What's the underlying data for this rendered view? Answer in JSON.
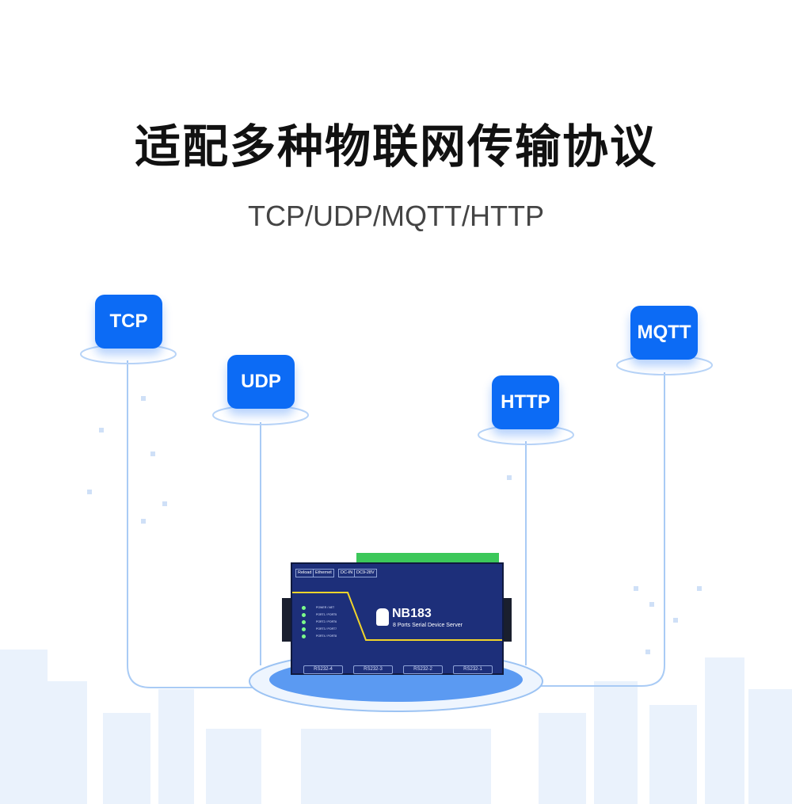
{
  "title": "适配多种物联网传输协议",
  "subtitle": "TCP/UDP/MQTT/HTTP",
  "protocols": [
    "TCP",
    "UDP",
    "HTTP",
    "MQTT"
  ],
  "accent_color": "#0c6bf5",
  "device": {
    "model": "NB183",
    "description": "8 Ports Serial Device Server",
    "buttons": [
      "Reload",
      "Ethernet"
    ],
    "power_labels": [
      "DC-IN",
      "DC9-28V"
    ],
    "led_labels": [
      "POWER / NET",
      "PORT1 / PORT5",
      "PORT2 / PORT6",
      "PORT3 / PORT7",
      "PORT4 / PORT8"
    ],
    "ports": [
      "RS232-4",
      "RS232-3",
      "RS232-2",
      "RS232-1"
    ]
  }
}
